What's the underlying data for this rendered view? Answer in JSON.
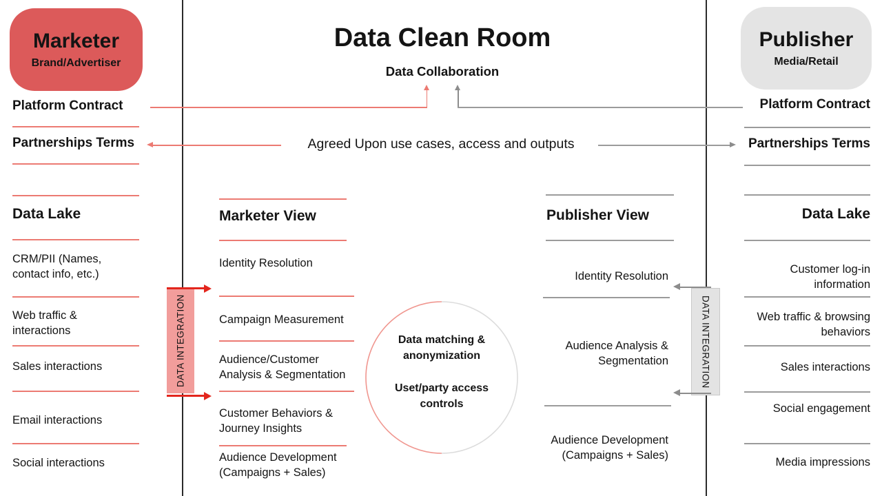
{
  "diagram": {
    "title": "Data Clean Room",
    "subtitle": "Data Collaboration",
    "agreement_note": "Agreed Upon use cases, access and outputs"
  },
  "circle": {
    "line1": "Data matching & anonymization",
    "line2": "Uset/party access controls"
  },
  "integration_label": "DATA INTEGRATION",
  "marketer": {
    "name": "Marketer",
    "role": "Brand/Advertiser",
    "platform_contract": "Platform Contract",
    "partnerships_terms": "Partnerships Terms",
    "data_lake_title": "Data Lake",
    "data_lake_items": [
      "CRM/PII (Names, contact info, etc.)",
      "Web traffic & interactions",
      "Sales interactions",
      "Email interactions",
      "Social interactions"
    ],
    "view_title": "Marketer View",
    "view_items": [
      "Identity Resolution",
      "Campaign Measurement",
      "Audience/Customer Analysis & Segmentation",
      "Customer Behaviors & Journey Insights",
      "Audience Development (Campaigns + Sales)"
    ]
  },
  "publisher": {
    "name": "Publisher",
    "role": "Media/Retail",
    "platform_contract": "Platform Contract",
    "partnerships_terms": "Partnerships Terms",
    "data_lake_title": "Data Lake",
    "data_lake_items": [
      "Customer log-in information",
      "Web traffic & browsing behaviors",
      "Sales interactions",
      "Social engagement",
      "Media impressions"
    ],
    "view_title": "Publisher View",
    "view_items": [
      "Identity Resolution",
      "Audience Analysis & Segmentation",
      "Audience Development (Campaigns + Sales)"
    ]
  },
  "colors": {
    "marketer_accent": "#DC5A5A",
    "marketer_line": "#EC7A72",
    "integration_box_red": "#F29D9B",
    "integration_arrow_red": "#E3261D",
    "publisher_accent": "#E4E4E4",
    "publisher_line": "#9B9B9B",
    "gray_arrow": "#8C8C8C",
    "divider": "#2A2A2A"
  }
}
